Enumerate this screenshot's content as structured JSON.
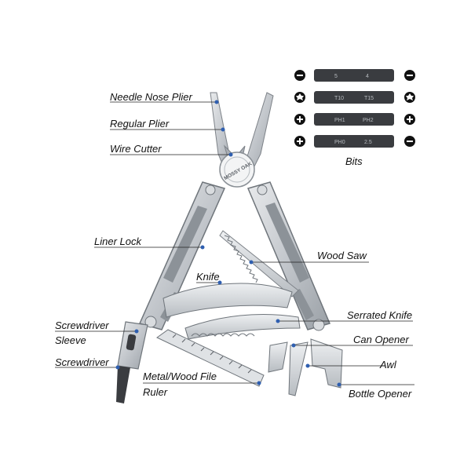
{
  "brand": "MOSSY OAK",
  "colors": {
    "leader": "#222222",
    "dot": "#2f5fb0",
    "steel": "#c9cdd2",
    "steel_dark": "#8e949a",
    "bit": "#3a3c40"
  },
  "labels": {
    "needle_nose_plier": "Needle Nose Plier",
    "regular_plier": "Regular Plier",
    "wire_cutter": "Wire Cutter",
    "liner_lock": "Liner Lock",
    "knife": "Knife",
    "screwdriver_sleeve_1": "Screwdriver",
    "screwdriver_sleeve_2": "Sleeve",
    "screwdriver": "Screwdriver",
    "metal_wood_file": "Metal/Wood File",
    "ruler": "Ruler",
    "wood_saw": "Wood Saw",
    "serrated_knife": "Serrated Knife",
    "can_opener": "Can Opener",
    "awl": "Awl",
    "bottle_opener": "Bottle Opener",
    "bits": "Bits"
  },
  "bits": [
    {
      "left_icon": "slot-icon",
      "right_icon": "slot-icon",
      "marks": [
        "5",
        "4"
      ]
    },
    {
      "left_icon": "torx-icon",
      "right_icon": "torx-icon",
      "marks": [
        "T10",
        "T15"
      ]
    },
    {
      "left_icon": "phillips-icon",
      "right_icon": "phillips-icon",
      "marks": [
        "PH1",
        "PH2"
      ]
    },
    {
      "left_icon": "phillips-icon",
      "right_icon": "slot-icon",
      "marks": [
        "PH0",
        "2.5"
      ]
    }
  ]
}
